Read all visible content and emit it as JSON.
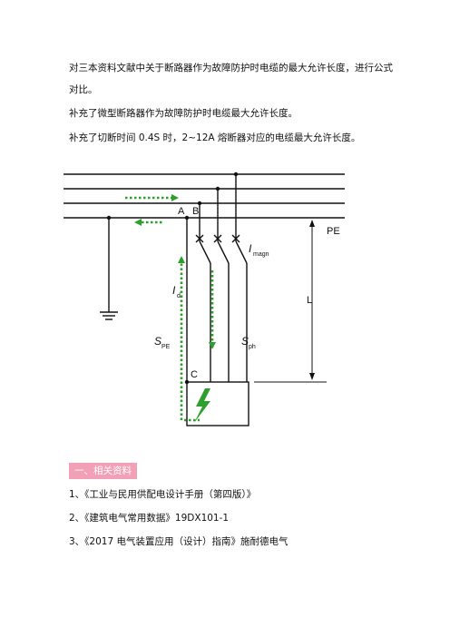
{
  "paragraphs": [
    "对三本资料文献中关于断路器作为故障防护时电缆的最大允许长度，进行公式",
    "对比。",
    "补充了微型断路器作为故障防护时电缆最大允许长度。",
    "补充了切断时间 0.4S 时，2~12A 熔断器对应的电缆最大允许长度。"
  ],
  "diagram": {
    "label_A": "A",
    "label_B": "B",
    "label_C": "C",
    "label_PE": "PE",
    "label_L": "L",
    "label_Ig": "I",
    "label_Ig_sub": "d",
    "label_Imagn": "I",
    "label_Imagn_sub": "magn",
    "label_SPE": "S",
    "label_SPE_sub": "PE",
    "label_Sph": "S",
    "label_Sph_sub": "ph",
    "colors": {
      "line": "#111111",
      "arrow": "#2e9e2e",
      "fault": "#2e9e2e"
    }
  },
  "section": {
    "title": "一、相关资料"
  },
  "references": [
    "1、《工业与民用供配电设计手册（第四版）》",
    "2、《建筑电气常用数据》19DX101-1",
    "3、《2017 电气装置应用（设计）指南》施耐德电气"
  ]
}
